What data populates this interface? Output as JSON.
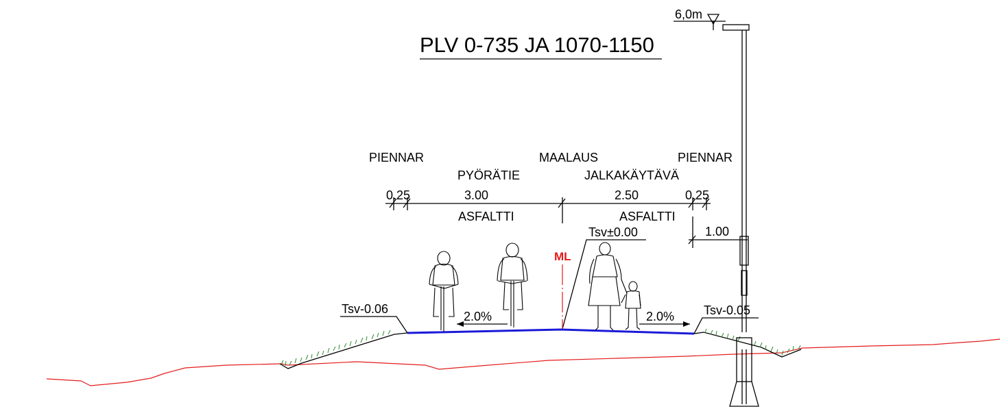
{
  "title": "PLV 0-735 JA 1070-1150",
  "pole_height": "6,0m",
  "labels": {
    "shoulder_left": "PIENNAR",
    "shoulder_right": "PIENNAR",
    "cycle_path": "PYÖRÄTIE",
    "marking": "MAALAUS",
    "footpath": "JALKAKÄYTÄVÄ",
    "surface_left": "ASFALTTI",
    "surface_right": "ASFALTTI",
    "centerline": "ML"
  },
  "dimensions": {
    "shoulder_left": "0.25",
    "cycle_path": "3.00",
    "footpath": "2.50",
    "shoulder_right": "0.25",
    "pole_offset": "1.00"
  },
  "elevations": {
    "center": "Tsv±0.00",
    "left_edge": "Tsv-0.06",
    "right_edge": "Tsv-0.05"
  },
  "slopes": {
    "left": "2.0%",
    "right": "2.0%"
  },
  "colors": {
    "pavement": "#1a1ad8",
    "ground": "#e41b1b",
    "centerline": "#e41b1b",
    "grass": "#2f8a2f",
    "ink": "#000000"
  }
}
